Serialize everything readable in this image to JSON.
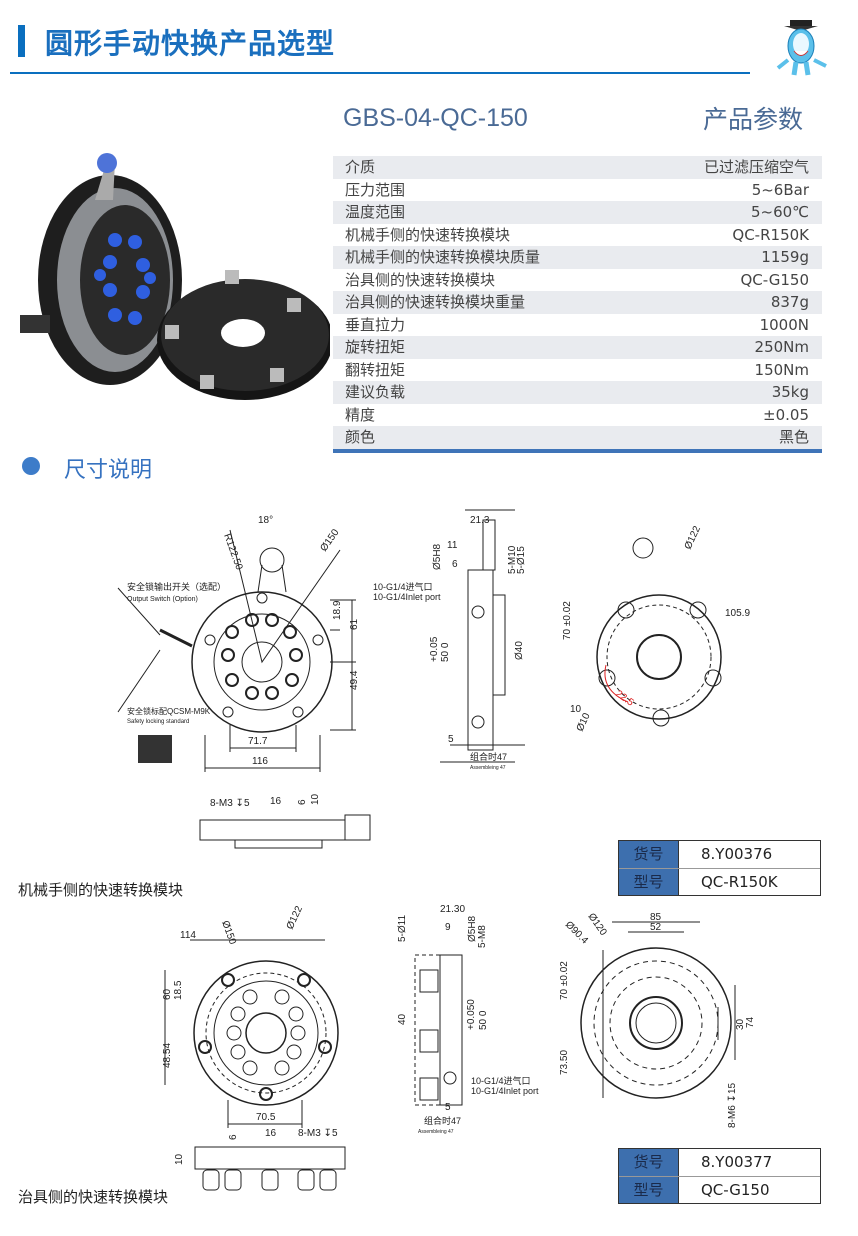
{
  "header": {
    "title": "圆形手动快换产品选型",
    "mascot": "mascot-icon"
  },
  "product": {
    "model": "GBS-04-QC-150",
    "params_title": "产品参数"
  },
  "specs": [
    {
      "label": "介质",
      "value": "已过滤压缩空气"
    },
    {
      "label": "压力范围",
      "value": "5~6Bar"
    },
    {
      "label": "温度范围",
      "value": "5~60℃"
    },
    {
      "label": "机械手侧的快速转换模块",
      "value": "QC-R150K"
    },
    {
      "label": "机械手侧的快速转换模块质量",
      "value": "1159g"
    },
    {
      "label": "治具侧的快速转换模块",
      "value": "QC-G150"
    },
    {
      "label": "治具侧的快速转换模块重量",
      "value": "837g"
    },
    {
      "label": "垂直拉力",
      "value": "1000N"
    },
    {
      "label": "旋转扭矩",
      "value": "250Nm"
    },
    {
      "label": "翻转扭矩",
      "value": "150Nm"
    },
    {
      "label": "建议负载",
      "value": "35kg"
    },
    {
      "label": "精度",
      "value": "±0.05"
    },
    {
      "label": "颜色",
      "value": "黑色"
    }
  ],
  "section": {
    "title": "尺寸说明"
  },
  "robot_side": {
    "caption": "机械手侧的快速转换模块",
    "item_no_label": "货号",
    "item_no": "8.Y00376",
    "model_label": "型号",
    "model": "QC-R150K",
    "dims": {
      "r": "R122.50",
      "angle": "18°",
      "dia": "Ø150",
      "d189": "18.9",
      "d61": "61",
      "d494": "49.4",
      "d717": "71.7",
      "d116": "116",
      "switch_cn": "安全锁输出开关（选配）",
      "switch_en": "Output Switch (Option)",
      "lock_cn": "安全锁标配QCSM-M9K",
      "lock_en": "Safety locking standard",
      "s213": "21.3",
      "s11": "11",
      "s6": "6",
      "s5h8": "Ø5H8",
      "s5m10": "5-M10",
      "s5d15": "5-Ø15",
      "port_cn": "10-G1/4进气口",
      "port_en": "10-G1/4Inlet port",
      "s50": "50 0",
      "s50tol": "+0.05",
      "s40": "Ø40",
      "s5": "5",
      "asm_cn": "组合时47",
      "asm_en": "Assembleing 47",
      "b122": "Ø122",
      "b70": "70 ±0.02",
      "b1059": "105.9",
      "b10": "10",
      "bd10": "Ø10",
      "b225": "22.5",
      "t_m3": "8-M3 ↧5",
      "t16": "16",
      "t6": "6",
      "t10": "10"
    }
  },
  "tool_side": {
    "caption": "治具侧的快速转换模块",
    "item_no_label": "货号",
    "item_no": "8.Y00377",
    "model_label": "型号",
    "model": "QC-G150",
    "dims": {
      "d114": "114",
      "d150": "Ø150",
      "d122": "Ø122",
      "d60": "60",
      "d185": "18.5",
      "d4854": "48.54",
      "d705": "70.5",
      "s2130": "21.30",
      "s9": "9",
      "s5h8": "Ø5H8",
      "s5m8": "5-M8",
      "s5d11": "5-Ø11",
      "s40": "40",
      "s50": "50 0",
      "s50tol": "+0.050",
      "port_cn": "10-G1/4进气口",
      "port_en": "10-G1/4Inlet port",
      "s5": "5",
      "asm_cn": "组合时47",
      "asm_en": "Assembleing 47",
      "b85": "85",
      "b52": "52",
      "b120": "Ø120",
      "b904": "Ø90.4",
      "b70": "70 ±0.02",
      "b7350": "73.50",
      "b30": "30",
      "b74": "74",
      "bm6": "8-M6 ↧15",
      "t_m3": "8-M3 ↧5",
      "t16": "16",
      "t6": "6",
      "t10": "10"
    }
  },
  "colors": {
    "brand": "#0a6fbf",
    "table_key": "#3d6fae",
    "row_alt": "#e9ebef"
  }
}
